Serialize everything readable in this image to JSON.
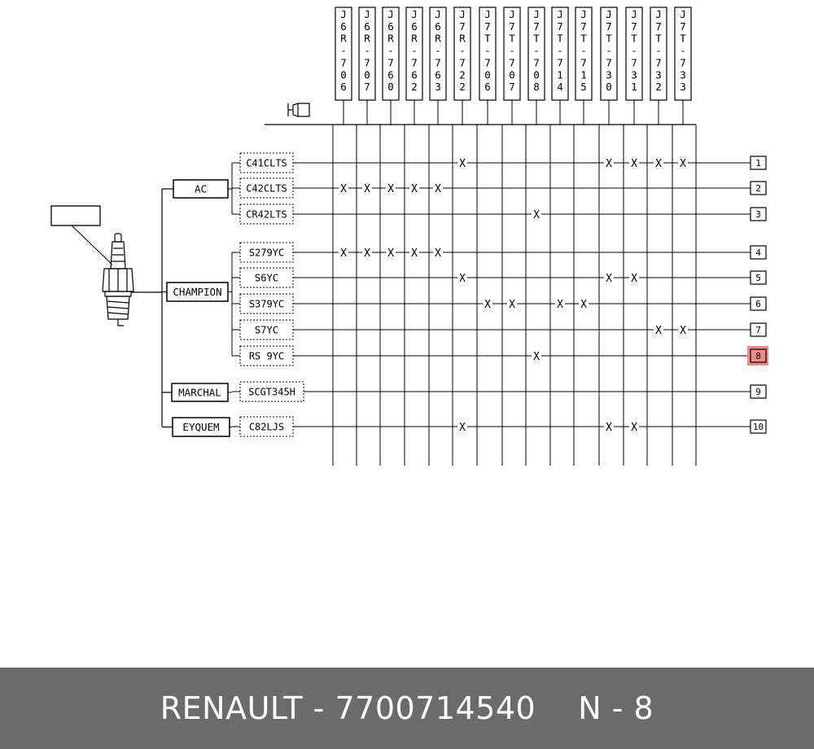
{
  "engines": [
    "J6R-706",
    "J6R-707",
    "J6R-760",
    "J6R-762",
    "J6R-763",
    "J7R-722",
    "J7T-706",
    "J7T-707",
    "J7T-708",
    "J7T-714",
    "J7T-715",
    "J7T-730",
    "J7T-731",
    "J7T-732",
    "J7T-733"
  ],
  "brands": [
    {
      "name": "AC",
      "rows": [
        0,
        1,
        2
      ]
    },
    {
      "name": "CHAMPION",
      "rows": [
        3,
        4,
        5,
        6,
        7
      ]
    },
    {
      "name": "MARCHAL",
      "rows": [
        8
      ]
    },
    {
      "name": "EYQUEM",
      "rows": [
        9
      ]
    }
  ],
  "parts": [
    {
      "ref": "C41CLTS",
      "num": "1",
      "marks": [
        5,
        11,
        12,
        13,
        14
      ]
    },
    {
      "ref": "C42CLTS",
      "num": "2",
      "marks": [
        0,
        1,
        2,
        3,
        4
      ]
    },
    {
      "ref": "CR42LTS",
      "num": "3",
      "marks": [
        8
      ]
    },
    {
      "ref": "S279YC",
      "num": "4",
      "marks": [
        0,
        1,
        2,
        3,
        4
      ]
    },
    {
      "ref": "S6YC",
      "num": "5",
      "marks": [
        5,
        11,
        12
      ]
    },
    {
      "ref": "S379YC",
      "num": "6",
      "marks": [
        6,
        7,
        9,
        10
      ]
    },
    {
      "ref": "S7YC",
      "num": "7",
      "marks": [
        13,
        14
      ]
    },
    {
      "ref": "RS 9YC",
      "num": "8",
      "marks": [
        8
      ],
      "highlight": true
    },
    {
      "ref": "SCGT345H",
      "num": "9",
      "marks": []
    },
    {
      "ref": "C82LJS",
      "num": "10",
      "marks": [
        5,
        11,
        12
      ]
    }
  ],
  "mark_symbol": "X",
  "highlight_color": "#f08a8a",
  "icons": {
    "engine": "engine-icon",
    "spark_plug": "spark-plug-icon"
  },
  "footer": {
    "brand": "RENAULT",
    "separator": "-",
    "part_number": "7700714540",
    "position": "N - 8"
  }
}
